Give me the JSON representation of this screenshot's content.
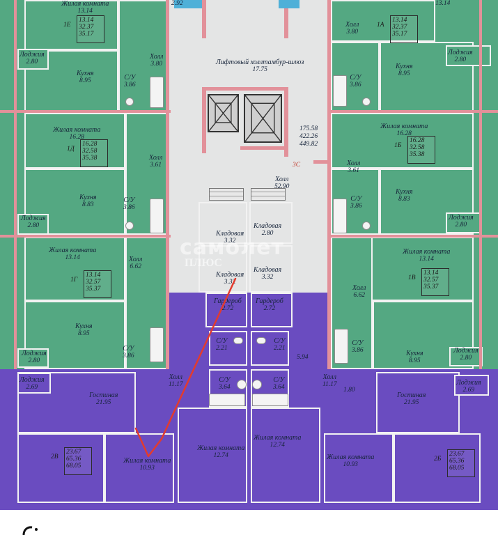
{
  "plan": {
    "watermark": "самолет",
    "watermark_sub": "ПЛЮС",
    "left_e": {
      "number": "1Е",
      "area_living": "13.14",
      "area_live": "32.37",
      "area_total": "35.17"
    },
    "right_a": {
      "number": "1А",
      "area_living": "13.14",
      "area_live": "32.37",
      "area_total": "35.17"
    },
    "left_d": {
      "number": "1Д",
      "area_living": "16.28",
      "area_live": "32.58",
      "area_total": "35.38"
    },
    "right_b": {
      "number": "1Б",
      "area_living": "16.28",
      "area_live": "32.58",
      "area_total": "35.38"
    },
    "left_g": {
      "number": "1Г",
      "area_living": "13.14",
      "area_live": "32.57",
      "area_total": "35.37"
    },
    "right_v": {
      "number": "1В",
      "area_living": "13.14",
      "area_live": "32.57",
      "area_total": "35.37"
    },
    "left_2v": {
      "number": "2В",
      "area_living": "23.67",
      "area_live": "65.36",
      "area_total": "68.05"
    },
    "right_2b": {
      "number": "2Б",
      "area_living": "23.67",
      "area_live": "65.36",
      "area_total": "68.05"
    },
    "core": {
      "a1": "175.58",
      "a2": "422.26",
      "a3": "449.82",
      "tag": "3С"
    },
    "rooms": {
      "top_left_living": {
        "name": "Жилая комната",
        "area": "13.14"
      },
      "top_right_living": {
        "name": "",
        "area": "13.14"
      },
      "top_mid_left_val": "2.92",
      "hall_le": {
        "name": "Холл",
        "area": "3.80"
      },
      "hall_ra": {
        "name": "Холл",
        "area": "3.80"
      },
      "loggia_l1": {
        "name": "Лоджия",
        "area": "2.80"
      },
      "loggia_r1": {
        "name": "Лоджия",
        "area": "2.80"
      },
      "kitchen_l1": {
        "name": "Кухня",
        "area": "8.95"
      },
      "kitchen_r1": {
        "name": "Кухня",
        "area": "8.95"
      },
      "wc_l1": {
        "name": "С/У",
        "area": "3.86"
      },
      "wc_r1": {
        "name": "С/У",
        "area": "3.86"
      },
      "lift_hall": {
        "name": "Лифтовый холл",
        "sub": "тамбур-шлюз",
        "area": "17.75"
      },
      "living_ld": {
        "name": "Жилая комната",
        "area": "16.28"
      },
      "living_rb": {
        "name": "Жилая комната",
        "area": "16.28"
      },
      "hall_ld": {
        "name": "Холл",
        "area": "3.61"
      },
      "hall_rb": {
        "name": "Холл",
        "area": "3.61"
      },
      "kitchen_l2": {
        "name": "Кухня",
        "area": "8.83"
      },
      "kitchen_r2": {
        "name": "Кухня",
        "area": "8.83"
      },
      "wc_l2": {
        "name": "С/У",
        "area": "3.86"
      },
      "wc_r2": {
        "name": "С/У",
        "area": "3.86"
      },
      "loggia_l2": {
        "name": "Лоджия",
        "area": "2.80"
      },
      "loggia_r2": {
        "name": "Лоджия",
        "area": "2.80"
      },
      "hall_core": {
        "name": "Холл",
        "area": "52.90"
      },
      "storage1": {
        "name": "Кладовая",
        "area": "3.32"
      },
      "storage2": {
        "name": "Кладовая",
        "area": "2.80"
      },
      "storage3": {
        "name": "Кладовая",
        "area": "3.32"
      },
      "storage4": {
        "name": "Кладовая",
        "area": "3.32"
      },
      "living_lg": {
        "name": "Жилая комната",
        "area": "13.14"
      },
      "living_rv": {
        "name": "Жилая комната",
        "area": "13.14"
      },
      "hall_lg": {
        "name": "Холл",
        "area": "6.62"
      },
      "hall_rv": {
        "name": "Холл",
        "area": "6.62"
      },
      "kitchen_l3": {
        "name": "Кухня",
        "area": "8.95"
      },
      "kitchen_r3": {
        "name": "Кухня",
        "area": "8.95"
      },
      "wc_l3": {
        "name": "С/У",
        "area": "3.86"
      },
      "wc_r3": {
        "name": "С/У",
        "area": "3.86"
      },
      "loggia_l3": {
        "name": "Лоджия",
        "area": "2.80"
      },
      "loggia_r3": {
        "name": "Лоджия",
        "area": "2.80"
      },
      "wardrobe_l": {
        "name": "Гардероб",
        "area": "2.72"
      },
      "wardrobe_r": {
        "name": "Гардероб",
        "area": "2.72"
      },
      "wc_m1": {
        "name": "С/У",
        "area": "2.21"
      },
      "wc_m2": {
        "name": "С/У",
        "area": "2.21"
      },
      "wc_m3": {
        "name": "С/У",
        "area": "3.64"
      },
      "wc_m4": {
        "name": "С/У",
        "area": "3.64"
      },
      "mid_val": "5.94",
      "loggia_l4": {
        "name": "Лоджия",
        "area": "2.69"
      },
      "loggia_r4": {
        "name": "Лоджия",
        "area": "2.69"
      },
      "living_room_l": {
        "name": "Гостиная",
        "area": "21.95"
      },
      "living_room_r": {
        "name": "Гостиная",
        "area": "21.95"
      },
      "hall_l4": {
        "name": "Холл",
        "area": "11.17"
      },
      "hall_r4": {
        "name": "Холл",
        "area": "11.17"
      },
      "hall_r4_small": "1.80",
      "bed_l_small": {
        "name": "Жилая комната",
        "area": "10.93"
      },
      "bed_l_big": {
        "name": "Жилая комната",
        "area": "12.74"
      },
      "bed_r_big": {
        "name": "Жилая комната",
        "area": "12.74"
      },
      "bed_r_small": {
        "name": "Жилая комната",
        "area": "10.93"
      }
    }
  }
}
